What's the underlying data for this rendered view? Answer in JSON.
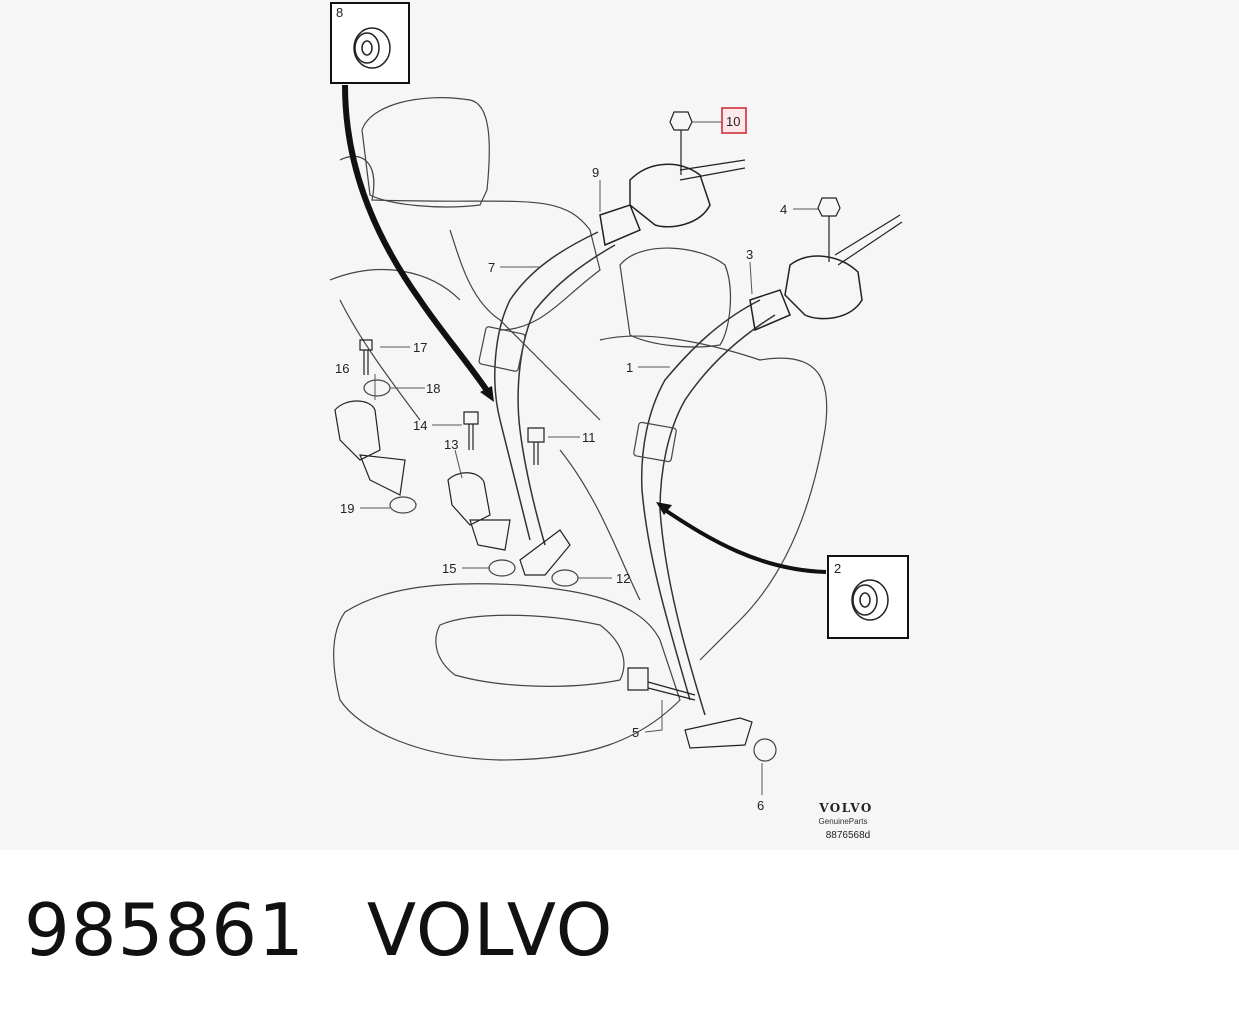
{
  "callouts": [
    "1",
    "2",
    "3",
    "4",
    "5",
    "6",
    "7",
    "8",
    "9",
    "10",
    "11",
    "12",
    "13",
    "14",
    "15",
    "16",
    "17",
    "18",
    "19"
  ],
  "highlight_color": "#d0303a",
  "logo": {
    "brand": "VOLVO",
    "subtitle": "GenuineParts",
    "code": "8876568d"
  },
  "caption": {
    "part_number": "985861",
    "brand": "VOLVO"
  }
}
